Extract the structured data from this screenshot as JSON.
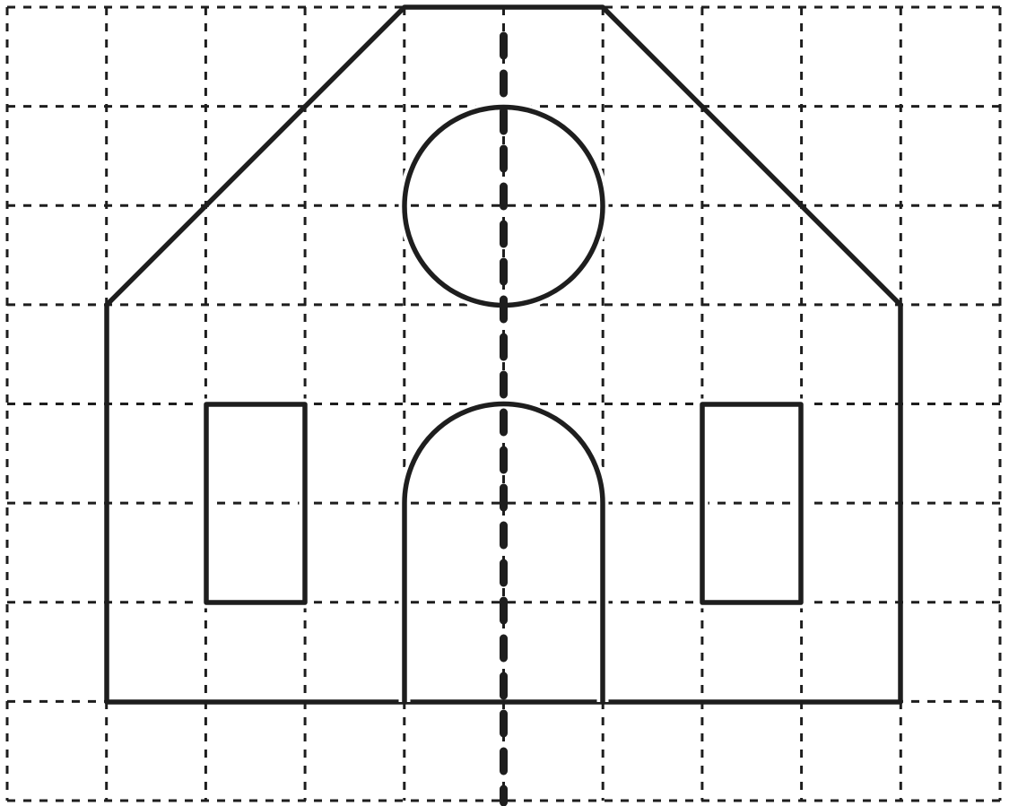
{
  "figure": {
    "description_type": "symmetry-grid-drawing",
    "grid": {
      "columns": 10,
      "rows": 8,
      "line_style": "dashed"
    },
    "shape": "house",
    "symmetry_axis": {
      "style": "thick-dashed",
      "orientation": "vertical"
    },
    "colors": {
      "ink": "#1e1e1e",
      "background": "#ffffff"
    }
  }
}
